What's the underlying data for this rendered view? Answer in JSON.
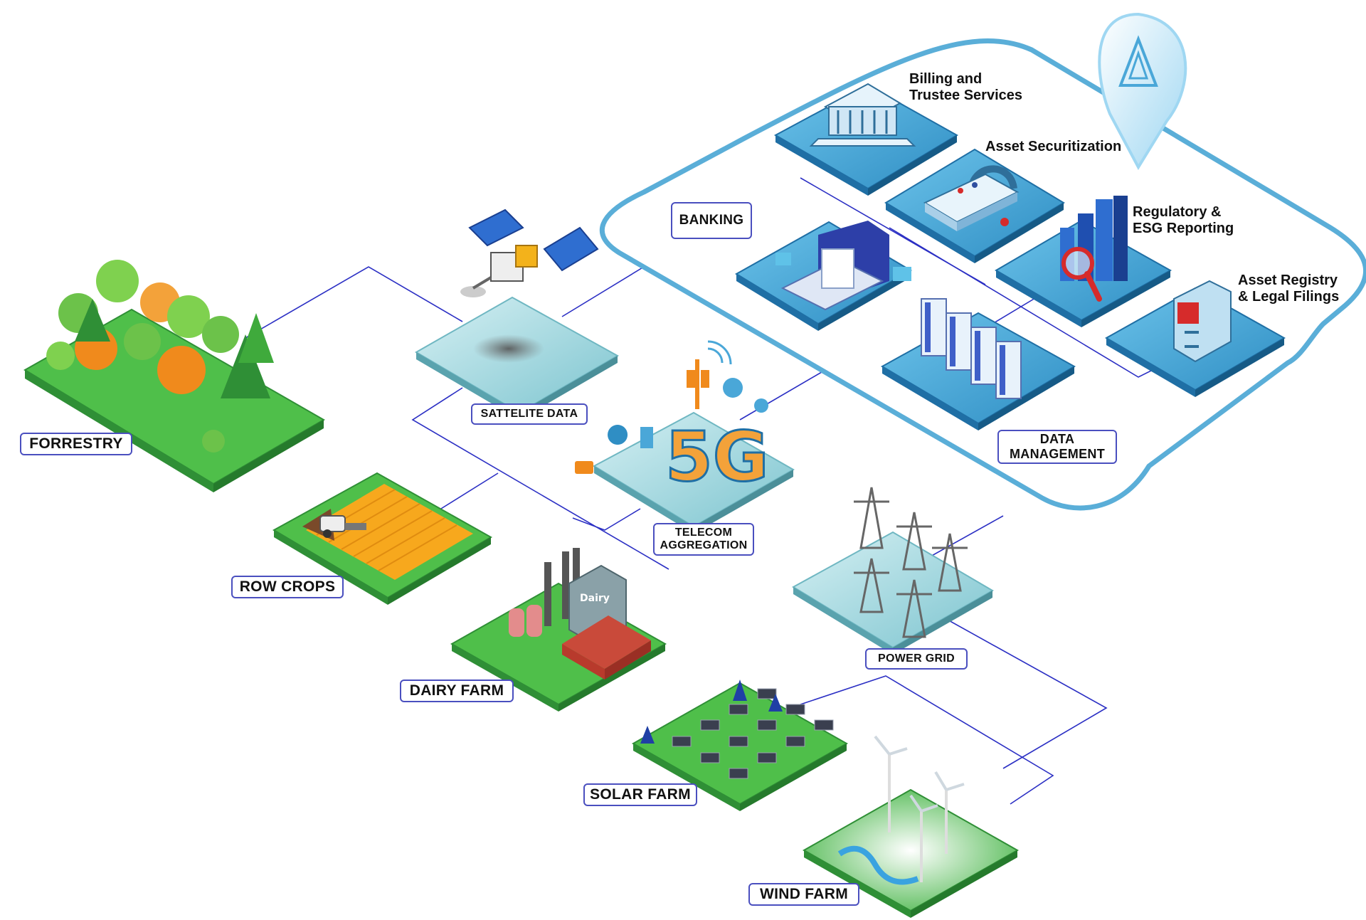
{
  "labels": {
    "forestry": "FORRESTRY",
    "row_crops": "ROW CROPS",
    "dairy_farm": "DAIRY FARM",
    "solar_farm": "SOLAR FARM",
    "wind_farm": "WIND FARM",
    "satellite_data": "SATTELITE DATA",
    "telecom_line1": "TELECOM",
    "telecom_line2": "AGGREGATION",
    "power_grid": "POWER GRID",
    "banking": "BANKING",
    "data_mgmt_line1": "DATA",
    "data_mgmt_line2": "MANAGEMENT",
    "billing_line1": "Billing and",
    "billing_line2": "Trustee Services",
    "asset_securitization": "Asset Securitization",
    "regulatory_line1": "Regulatory &",
    "regulatory_line2": "ESG Reporting",
    "registry_line1": "Asset Registry",
    "registry_line2": "& Legal Filings",
    "dairy_sign": "Dairy",
    "tower_text": "5G"
  },
  "colors": {
    "connector": "#2b2fc4",
    "platform_border": "#5aaed8",
    "tile_blue": "#3f9fd1",
    "tile_blue_dark": "#1f6fa5",
    "grass": "#4fbf4a",
    "grass_dark": "#2f8f36",
    "crop": "#f7a81d",
    "orange": "#f08a1c"
  },
  "icons": {
    "satellite": "satellite-icon",
    "bank": "bank-building-icon",
    "lock": "padlock-icon",
    "chart": "bar-chart-magnifier-icon",
    "cabinet": "file-cabinet-icon",
    "laptop": "laptop-invoice-icon",
    "servers": "server-rack-icon",
    "tower": "5g-tower-icon",
    "pylon": "power-pylon-icon",
    "turbine": "wind-turbine-icon",
    "solar": "solar-panel-icon",
    "tree": "tree-icon",
    "harvester": "harvester-icon",
    "factory": "dairy-factory-icon",
    "pin": "location-pin-logo-icon"
  }
}
